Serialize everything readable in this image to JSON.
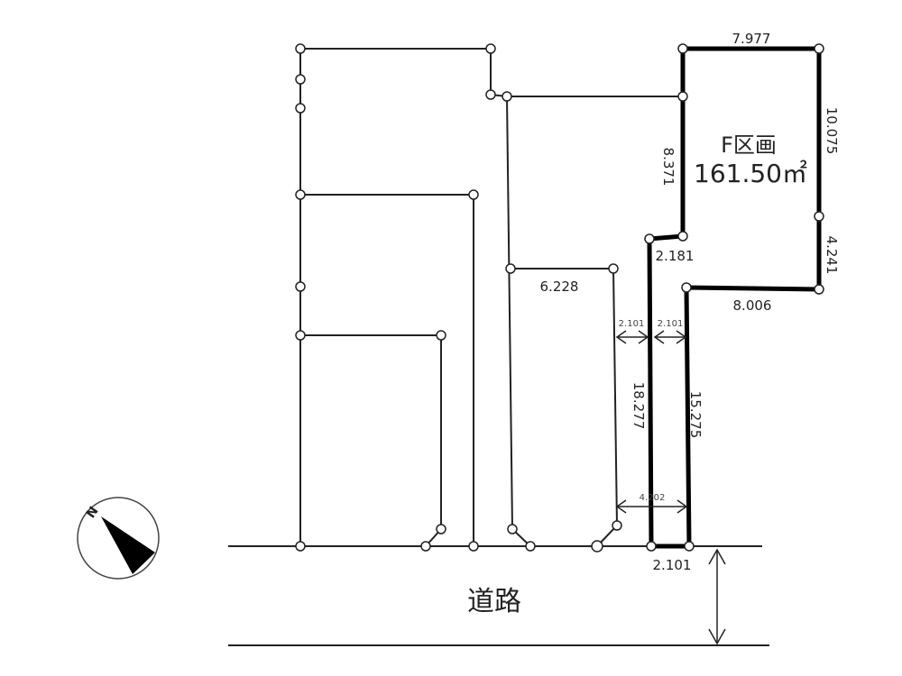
{
  "plot": {
    "name": "F区画",
    "area": "161.50㎡"
  },
  "dimensions": {
    "top": "7.977",
    "right_upper": "10.075",
    "left_upper": "8.371",
    "step_top": "2.181",
    "right_lower": "4.241",
    "step_bottom": "8.006",
    "neighbor_top": "6.228",
    "gap_left": "2.101",
    "gap_right": "2.101",
    "left_long": "18.277",
    "right_long": "15.275",
    "bottom_width": "4.202",
    "frontage": "2.101"
  },
  "road_label": "道路",
  "compass_label": "N"
}
